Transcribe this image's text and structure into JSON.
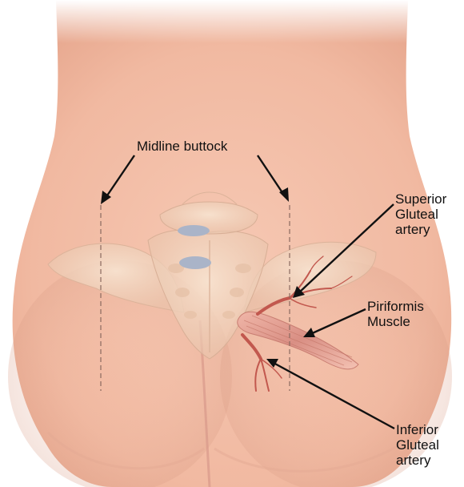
{
  "labels": {
    "midline": "Midline buttock",
    "superior": [
      "Superior",
      "Gluteal",
      "artery"
    ],
    "piriformis": [
      "Piriformis",
      "Muscle"
    ],
    "inferior": [
      "Inferior",
      "Gluteal",
      "artery"
    ]
  },
  "colors": {
    "skin": "#f3bfa7",
    "skin_shadow": "#dc9f88",
    "bone": "#f3d8c3",
    "disc": "#aab4c8",
    "artery": "#c2584e",
    "muscle": "#d98f84",
    "text": "#111111"
  }
}
